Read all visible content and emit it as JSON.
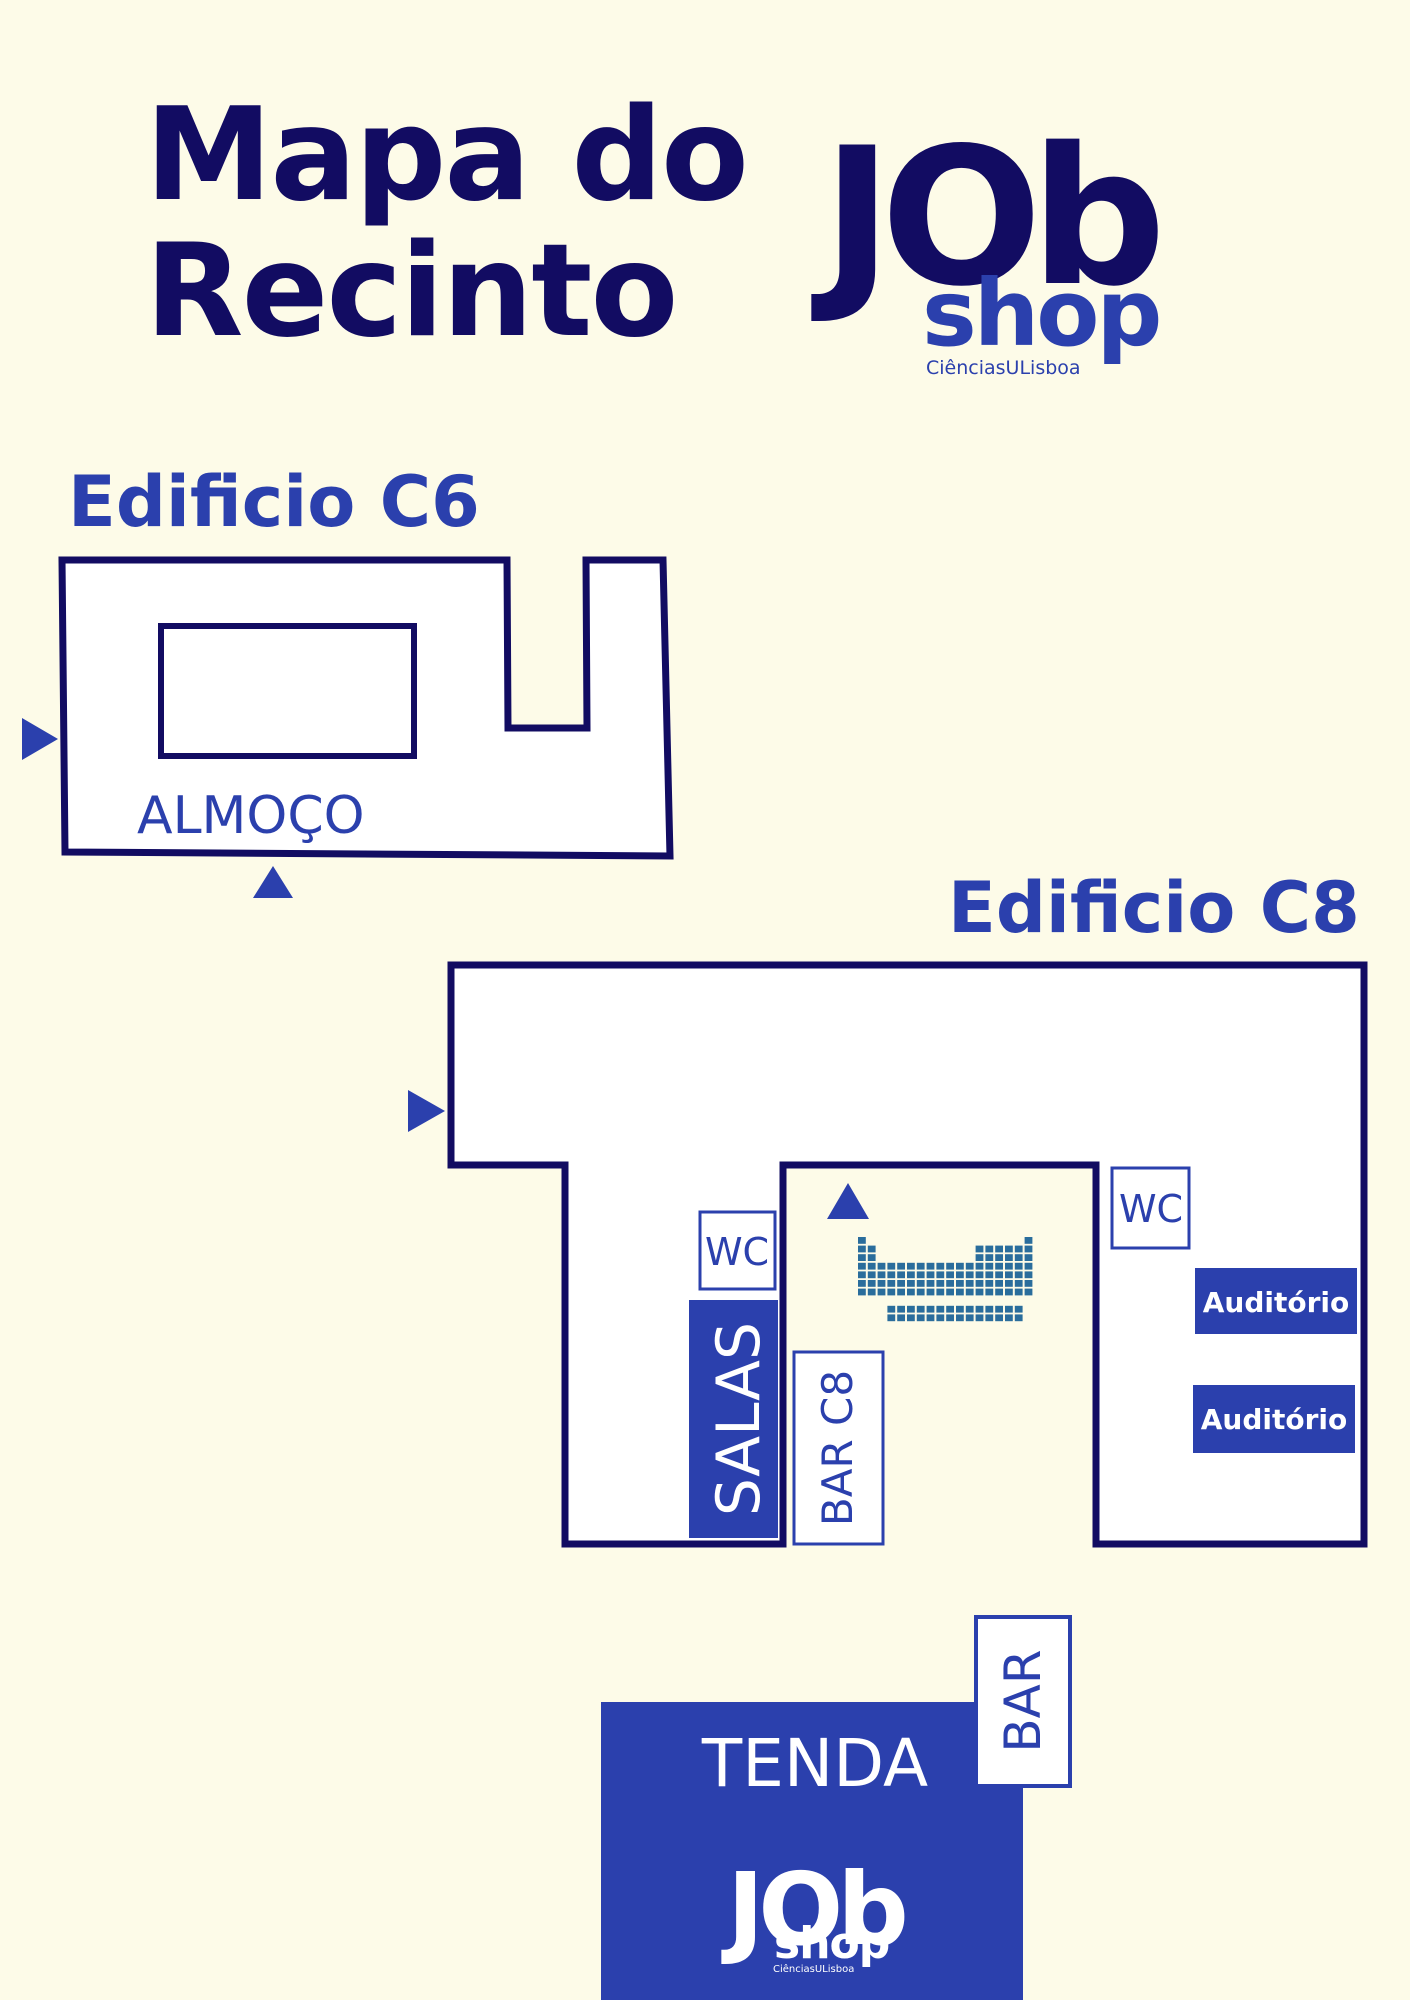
{
  "title": {
    "line1": "Mapa do",
    "line2": "Recinto"
  },
  "logo": {
    "job": "JOb",
    "shop": "shop",
    "subtitle": "CiênciasULisboa"
  },
  "buildings": {
    "c6": {
      "title": "Edificio C6",
      "room_label": "ALMOÇO"
    },
    "c8": {
      "title": "Edificio C8",
      "wc_left": "WC",
      "wc_right": "WC",
      "salas": "SALAS",
      "bar_c8": "BAR C8",
      "auditorio_1": "Auditório",
      "auditorio_2": "Auditório"
    }
  },
  "tent": {
    "label": "TENDA",
    "bar": "BAR"
  },
  "colors": {
    "navy": "#120c62",
    "blue": "#2b40ad",
    "background": "#fdfbe8",
    "periodic": "#2a6d9c"
  },
  "icons": [
    "entrance-arrow-icon",
    "periodic-table-icon"
  ]
}
